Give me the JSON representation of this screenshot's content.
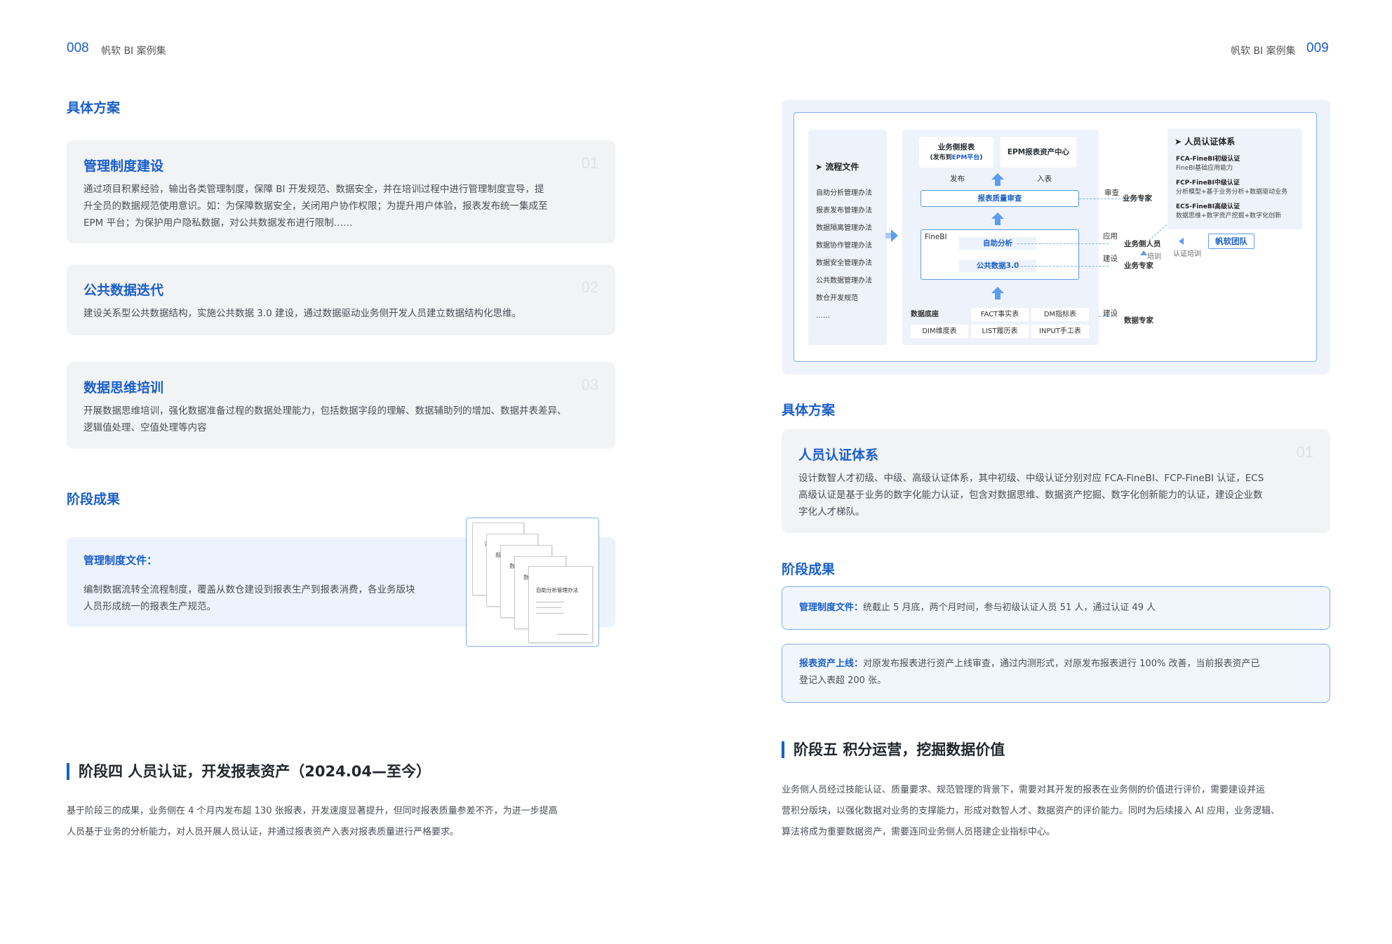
{
  "header": {
    "left_page_no": "008",
    "left_brand": "帆软 BI 案例集",
    "right_brand": "帆软 BI 案例集",
    "right_page_no": "009"
  },
  "left": {
    "plan_title": "具体方案",
    "cards": [
      {
        "title": "管理制度建设",
        "num": "01",
        "lines": [
          "通过项目积累经验，输出各类管理制度，保障 BI 开发规范、数据安全，并在培训过程中进行管理制度宣导，提",
          "升全员的数据规范使用意识。如：为保障数据安全，关闭用户协作权限；为提升用户体验，报表发布统一集成至",
          "EPM 平台；为保护用户隐私数据，对公共数据发布进行限制……"
        ]
      },
      {
        "title": "公共数据迭代",
        "num": "02",
        "lines": [
          "建设关系型公共数据结构，实施公共数据 3.0 建设，通过数据驱动业务侧开发人员建立数据结构化思维。"
        ]
      },
      {
        "title": "数据思维培训",
        "num": "03",
        "lines": [
          "开展数据思维培训，强化数据准备过程的数据处理能力，包括数据字段的理解、数据辅助列的增加、数据并表差异、",
          "逻辑值处理、空值处理等内容"
        ]
      }
    ],
    "result_title": "阶段成果",
    "result_card": {
      "title": "管理制度文件：",
      "lines": [
        "编制数据流转全流程制度，覆盖从数仓建设到报表生产到报表消费，各业务版块",
        "人员形成统一的报表生产规范。"
      ]
    },
    "doc_thumbs": [
      "公共",
      "报表",
      "数据",
      "数据",
      "自助分析管理办法"
    ],
    "stage_title": "阶段四 人员认证，开发报表资产（2024.04—至今）",
    "stage_lines": [
      "基于阶段三的成果，业务侧在 4 个月内发布超 130 张报表，开发速度显著提升，但同时报表质量参差不齐，为进一步提高",
      "人员基于业务的分析能力，对人员开展人员认证，并通过报表资产入表对报表质量进行严格要求。"
    ]
  },
  "diagram": {
    "process_title": "流程文件",
    "process_items": [
      "自助分析管理办法",
      "报表发布管理办法",
      "数据隔离管理办法",
      "数据协作管理办法",
      "数据安全管理办法",
      "公共数据管理办法",
      "数仓开发规范",
      "……"
    ],
    "biz_report_l1": "业务侧报表",
    "biz_report_l2a": "(发布到",
    "biz_report_l2b": "EPM平台",
    "biz_report_l2c": ")",
    "epm_center": "EPM报表资产中心",
    "publish": "发布",
    "into_table": "入表",
    "quality_review": "报表质量审查",
    "finebi": "FineBI",
    "self_analysis": "自助分析",
    "public_data": "公共数据3.0",
    "data_base": "数据底座",
    "cells": [
      "FACT事实表",
      "DM指标表",
      "DIM维度表",
      "LIST履历表",
      "INPUT手工表"
    ],
    "review": "审查",
    "apply": "应用",
    "build1": "建设",
    "build2": "建设",
    "biz_expert1": "业务专家",
    "biz_person": "业务侧人员",
    "biz_expert2": "业务专家",
    "data_expert": "数据专家",
    "training": "培训",
    "cert_training": "认证培训",
    "fanruan_team": "帆软团队",
    "cert_title": "人员认证体系",
    "certs": [
      {
        "name": "FCA-FineBI初级认证",
        "desc": "FineBI基础应用能力"
      },
      {
        "name": "FCP-FineBI中级认证",
        "desc": "分析模型+基于业务分析+数据驱动业务"
      },
      {
        "name": "ECS-FineBI高级认证",
        "desc": "数据思维+数字资产挖掘+数字化创新"
      }
    ]
  },
  "right": {
    "plan_title": "具体方案",
    "card": {
      "title": "人员认证体系",
      "num": "01",
      "lines": [
        "设计数智人才初级、中级、高级认证体系，其中初级、中级认证分别对应 FCA-FineBI、FCP-FineBI 认证，ECS",
        "高级认证是基于业务的数字化能力认证，包含对数据思维、数据资产挖掘、数字化创新能力的认证，建设企业数",
        "字化人才梯队。"
      ]
    },
    "result_title": "阶段成果",
    "results": [
      {
        "label": "管理制度文件：",
        "lines": [
          "统截止 5 月底，两个月时间，参与初级认证人员 51 人，通过认证 49 人"
        ]
      },
      {
        "label": "报表资产上线：",
        "lines": [
          "对原发布报表进行资产上线审查，通过内测形式，对原发布报表进行 100% 改善，当前报表资产已",
          "登记入表超 200 张。"
        ]
      }
    ],
    "stage_title": "阶段五 积分运营，挖掘数据价值",
    "stage_lines": [
      "业务侧人员经过技能认证、质量要求、规范管理的背景下，需要对其开发的报表在业务侧的价值进行评价，需要建设并运",
      "营积分版块，以强化数据对业务的支撑能力，形成对数智人才、数据资产的评价能力。同时为后续接入 AI 应用，业务逻辑、",
      "算法将成为重要数据资产，需要连同业务侧人员搭建企业指标中心。"
    ]
  }
}
